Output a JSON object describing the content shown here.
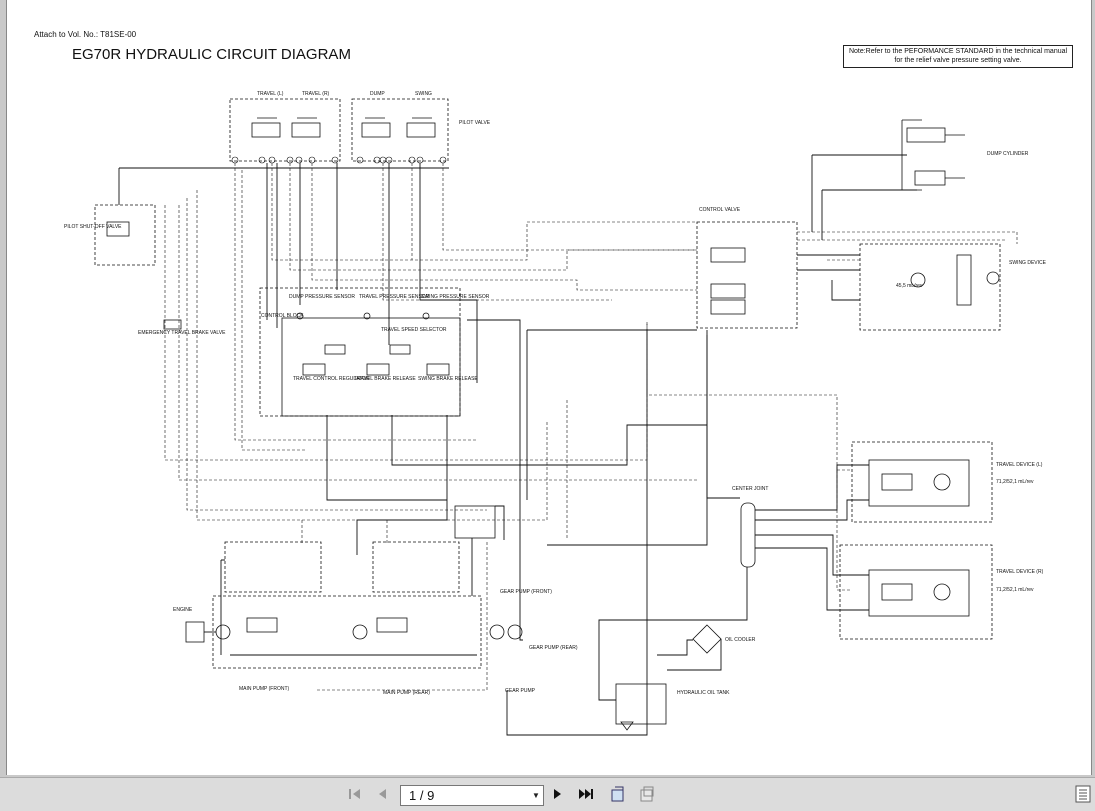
{
  "document": {
    "attach_note": "Attach to Vol. No.: T81SE-00",
    "title": "EG70R HYDRAULIC CIRCUIT DIAGRAM",
    "note_line1": "Note:Refer to the PEFORMANCE STANDARD in the technical manual",
    "note_line2": "for the relief valve pressure setting valve."
  },
  "labels": {
    "travel_l": "TRAVEL (L)",
    "travel_r": "TRAVEL (R)",
    "dump": "DUMP",
    "swing": "SWING",
    "pilot_valve": "PILOT VALVE",
    "dump_cylinder": "DUMP CYLINDER",
    "control_valve": "CONTROL VALVE",
    "swing_device": "SWING DEVICE",
    "pilot_shutoff_valve": "PILOT SHUT-OFF VALVE",
    "emergency_travel_brake_valve": "EMERGENCY TRAVEL BRAKE VALVE",
    "control_block": "CONTROL BLOCK",
    "dump_pressure_sensor": "DUMP PRESSURE SENSOR",
    "travel_pressure_sensor": "TRAVEL PRESSURE SENSOR",
    "swing_pressure_sensor": "SWING PRESSURE SENSOR",
    "travel_speed_selector": "TRAVEL SPEED SELECTOR",
    "travel_control_regulator": "TRAVEL CONTROL REGULATOR",
    "travel_brake_release": "TRAVEL BRAKE RELEASE",
    "swing_brake_release": "SWING BRAKE RELEASE",
    "travel_device_l": "TRAVEL DEVICE (L)",
    "travel_device_r": "TRAVEL DEVICE (R)",
    "center_joint": "CENTER JOINT",
    "engine": "ENGINE",
    "main_pump_front": "MAIN PUMP (FRONT)",
    "main_pump_rear": "MAIN PUMP (REAR)",
    "gear_pump": "GEAR PUMP",
    "gear_pump_front": "GEAR PUMP (FRONT)",
    "gear_pump_rear": "GEAR PUMP (REAR)",
    "oil_cooler": "OIL COOLER",
    "hydraulic_oil_tank": "HYDRAULIC OIL TANK",
    "disp_1": "71,2/52,1 mL/rev",
    "disp_swing": "45,5 mL/rev"
  },
  "toolbar": {
    "page_indicator": "1 / 9"
  },
  "icons": {
    "first": "first-page-icon",
    "prev": "previous-page-icon",
    "next": "next-page-icon",
    "last": "last-page-icon"
  }
}
